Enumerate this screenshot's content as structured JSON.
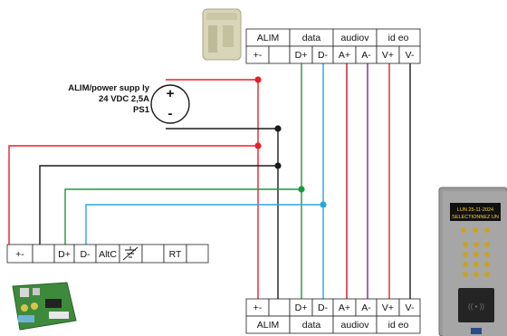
{
  "power_supply": {
    "line1": "ALIM/power supp   ly",
    "line2": "24 VDC 2,5A",
    "line3": "PS1",
    "plus": "+",
    "minus": "-"
  },
  "top_block": {
    "headers": [
      "ALIM",
      "data",
      "audiov",
      "id eo"
    ],
    "terminals": [
      "+-",
      "",
      "D+",
      "D-",
      "A+",
      "A-",
      "V+",
      "V-"
    ]
  },
  "bottom_block": {
    "terminals": [
      "+-",
      "",
      "D+",
      "D-",
      "A+",
      "A-",
      "V+",
      "V-"
    ],
    "headers": [
      "ALIM",
      "data",
      "audiov",
      "id eo"
    ]
  },
  "left_block": {
    "terminals": [
      "+-",
      "",
      "D+",
      "D-",
      "AltC",
      "",
      "",
      "RT",
      ""
    ]
  },
  "panel_screen": {
    "line1": "LUN 25-11-2024",
    "line2": "SELECTIONNEZ UN"
  },
  "colors": {
    "positive": "#e8202a",
    "negative": "#1a1a1a",
    "data_plus": "#1a9a3a",
    "data_minus": "#2aa6dd",
    "audio_plus": "#c8102e",
    "audio_minus": "#7a2a8a",
    "video_plus": "#e8202a"
  },
  "icons": [
    "module-photo",
    "controller-board-photo",
    "door-panel-photo",
    "ground-symbol"
  ]
}
